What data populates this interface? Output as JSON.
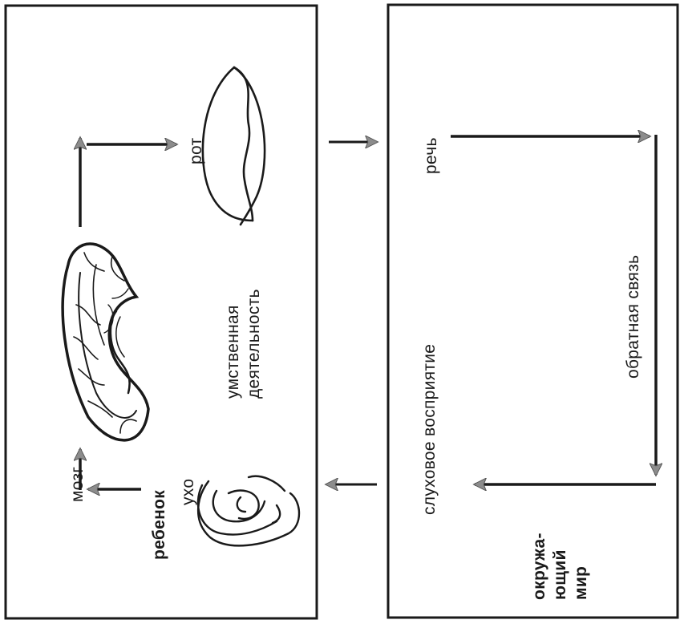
{
  "left_panel": {
    "child": "ребенок",
    "brain": "мозг",
    "ear": "ухо",
    "mouth": "рот",
    "mental_activity": [
      "умственная",
      "деятельность"
    ]
  },
  "right_panel": {
    "speech": "речь",
    "feedback": "обратная связь",
    "auditory_perception": "слуховое восприятие",
    "world": [
      "окружа-",
      "ющий",
      "мир"
    ]
  },
  "colors": {
    "line": "#1a1a1a",
    "arrowhead": "#8c8c8c"
  }
}
